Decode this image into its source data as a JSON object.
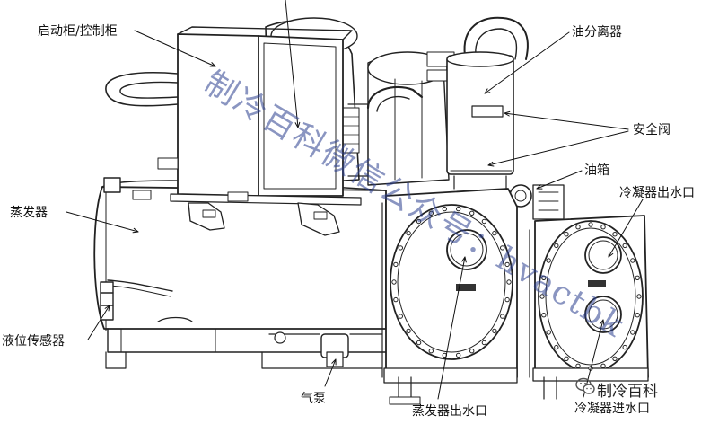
{
  "labels": {
    "starter_cabinet": "启动柜/控制柜",
    "oil_separator": "油分离器",
    "safety_valve": "安全阀",
    "oil_tank": "油箱",
    "evaporator": "蒸发器",
    "condenser_water_out": "冷凝器出水口",
    "level_sensor": "液位传感器",
    "gas_pump": "气泵",
    "evaporator_water_out": "蒸发器出水口",
    "condenser_water_in": "冷凝器进水口"
  },
  "watermark": "制冷百科微信公众号：hvactbk",
  "brand": "制冷百科"
}
